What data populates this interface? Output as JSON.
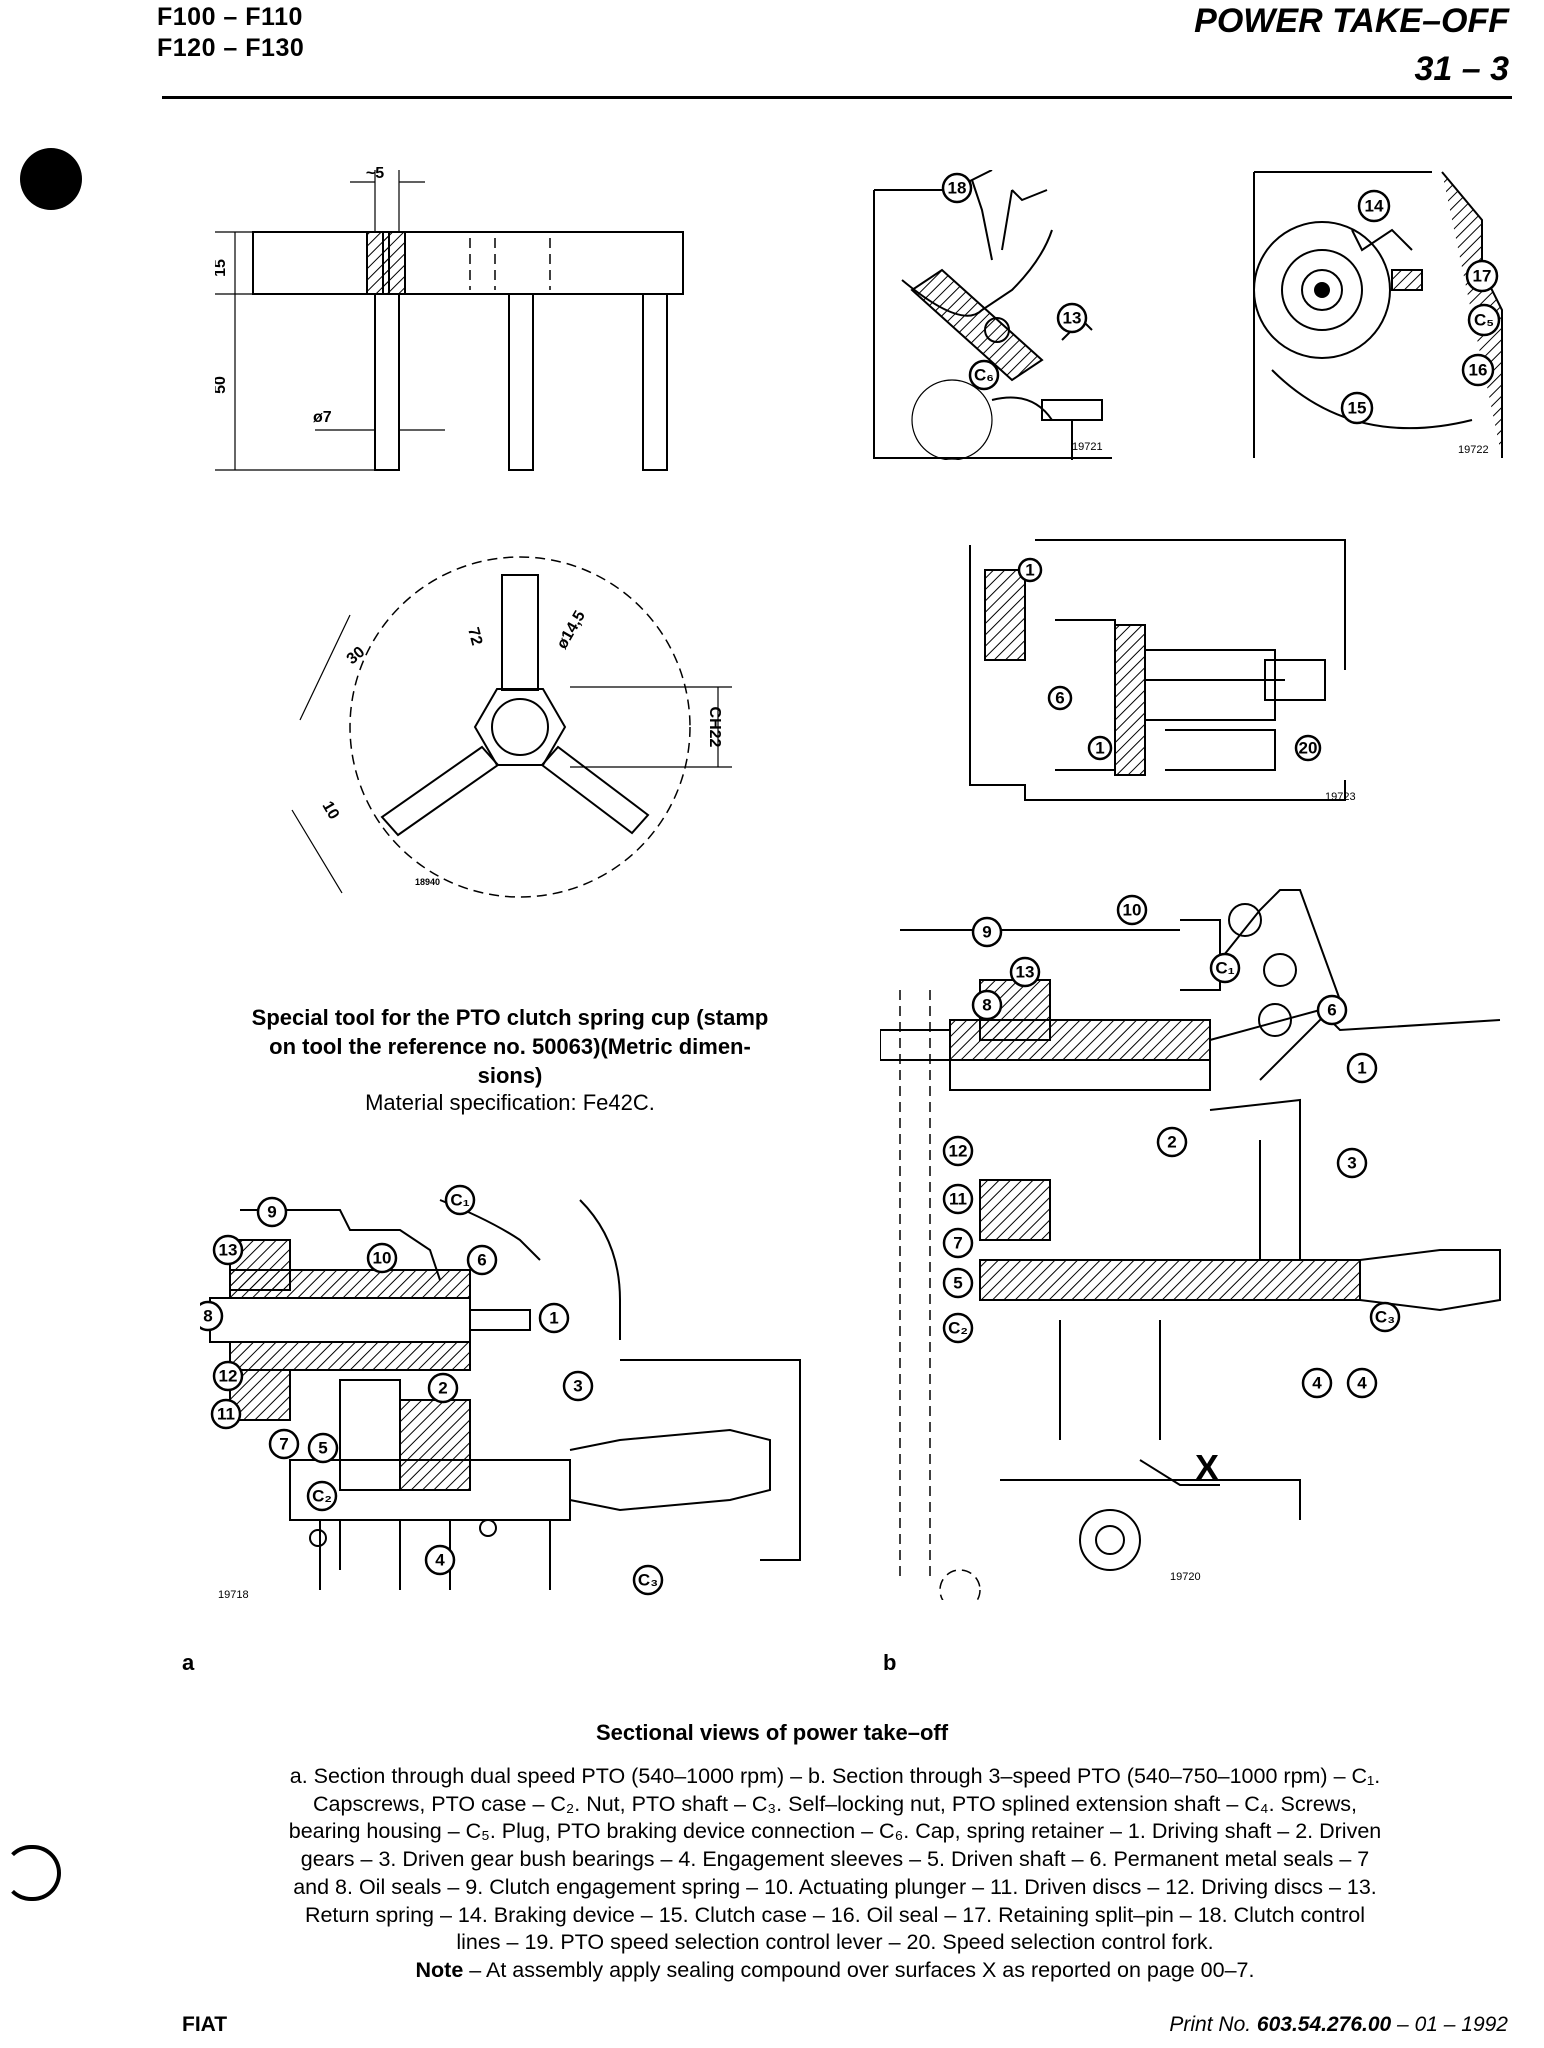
{
  "header": {
    "models_line1": "F100 – F110",
    "models_line2": "F120 – F130",
    "section_title": "POWER TAKE–OFF",
    "page_number": "31 – 3"
  },
  "figures": {
    "ref_19721": "19721",
    "ref_19722": "19722",
    "ref_19723": "19723",
    "ref_18940": "18940",
    "ref_19718": "19718",
    "ref_19720": "19720",
    "label_a": "a",
    "label_b": "b",
    "label_x": "X"
  },
  "tool_drawing": {
    "dim_5": "~5",
    "dim_15": "15",
    "dim_50": "50",
    "dim_dia7": "ø7",
    "dim_30": "30",
    "dim_72": "72",
    "dim_dia145": "ø14,5",
    "dim_ch22": "CH22",
    "dim_10": "10"
  },
  "tool_caption": {
    "bold_line1": "Special tool for the PTO clutch spring cup (stamp",
    "bold_line2": "on tool the reference no. 50063)(Metric dimen-",
    "bold_line3": "sions)",
    "material": "Material specification: Fe42C."
  },
  "callouts": {
    "n1": "1",
    "n2": "2",
    "n3": "3",
    "n4": "4",
    "n5": "5",
    "n6": "6",
    "n7": "7",
    "n8": "8",
    "n9": "9",
    "n10": "10",
    "n11": "11",
    "n12": "12",
    "n13": "13",
    "n14": "14",
    "n15": "15",
    "n16": "16",
    "n17": "17",
    "n18": "18",
    "n20": "20",
    "c1": "C₁",
    "c2": "C₂",
    "c3": "C₃",
    "c5": "C₅",
    "c6": "C₆"
  },
  "main_caption": {
    "title": "Sectional views of power take–off",
    "lines": [
      "a. Section through dual speed PTO (540–1000 rpm) – b. Section through 3–speed PTO (540–750–1000 rpm) – C₁.",
      "Capscrews, PTO case – C₂. Nut, PTO shaft – C₃. Self–locking nut, PTO splined extension shaft – C₄. Screws,",
      "bearing housing – C₅. Plug, PTO braking device connection – C₆. Cap, spring retainer – 1. Driving shaft – 2. Driven",
      "gears – 3. Driven gear bush bearings – 4. Engagement sleeves – 5. Driven shaft – 6. Permanent metal seals – 7",
      "and 8. Oil seals – 9. Clutch engagement spring – 10. Actuating plunger – 11. Driven discs – 12. Driving discs – 13.",
      "Return spring – 14. Braking device – 15. Clutch case – 16. Oil seal – 17. Retaining split–pin – 18. Clutch control",
      "lines – 19. PTO speed selection control lever – 20. Speed selection control fork."
    ],
    "note_label": "Note",
    "note_text": " – At assembly apply sealing compound over surfaces X as reported on page 00–7."
  },
  "footer": {
    "brand": "FIAT",
    "print_prefix": "Print  No. ",
    "print_number": "603.54.276.00",
    "print_suffix": " – 01 – 1992"
  }
}
